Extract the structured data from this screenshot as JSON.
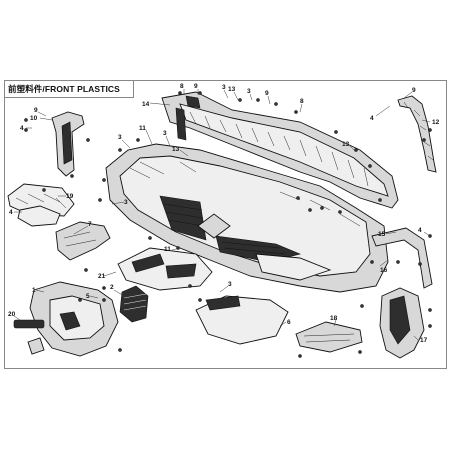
{
  "diagram": {
    "title": "前塑料件/FRONT PLASTICS",
    "callouts": [
      {
        "id": "c14",
        "label": "14"
      },
      {
        "id": "c8a",
        "label": "8"
      },
      {
        "id": "c9a",
        "label": "9"
      },
      {
        "id": "c3a",
        "label": "3"
      },
      {
        "id": "c3b",
        "label": "3"
      },
      {
        "id": "c13a",
        "label": "13"
      },
      {
        "id": "c9b",
        "label": "9"
      },
      {
        "id": "c8b",
        "label": "8"
      },
      {
        "id": "c12",
        "label": "12"
      },
      {
        "id": "c4a",
        "label": "4"
      },
      {
        "id": "c10",
        "label": "10"
      },
      {
        "id": "c9c",
        "label": "9"
      },
      {
        "id": "c3c",
        "label": "3"
      },
      {
        "id": "c11a",
        "label": "11"
      },
      {
        "id": "c3d",
        "label": "3"
      },
      {
        "id": "c13b",
        "label": "13"
      },
      {
        "id": "c7",
        "label": "7"
      },
      {
        "id": "c4b",
        "label": "4"
      },
      {
        "id": "c19",
        "label": "19"
      },
      {
        "id": "c3e",
        "label": "3"
      },
      {
        "id": "c11b",
        "label": "11"
      },
      {
        "id": "c15",
        "label": "15"
      },
      {
        "id": "c4c",
        "label": "4"
      },
      {
        "id": "c16",
        "label": "16"
      },
      {
        "id": "c21",
        "label": "21"
      },
      {
        "id": "c2",
        "label": "2"
      },
      {
        "id": "c5",
        "label": "5"
      },
      {
        "id": "c1",
        "label": "1"
      },
      {
        "id": "c20",
        "label": "20"
      },
      {
        "id": "c6",
        "label": "6"
      },
      {
        "id": "c18",
        "label": "18"
      },
      {
        "id": "c17",
        "label": "17"
      },
      {
        "id": "c3f",
        "label": "3"
      },
      {
        "id": "c9d",
        "label": "9"
      },
      {
        "id": "c4d",
        "label": "4"
      },
      {
        "id": "c13c",
        "label": "13"
      }
    ]
  }
}
